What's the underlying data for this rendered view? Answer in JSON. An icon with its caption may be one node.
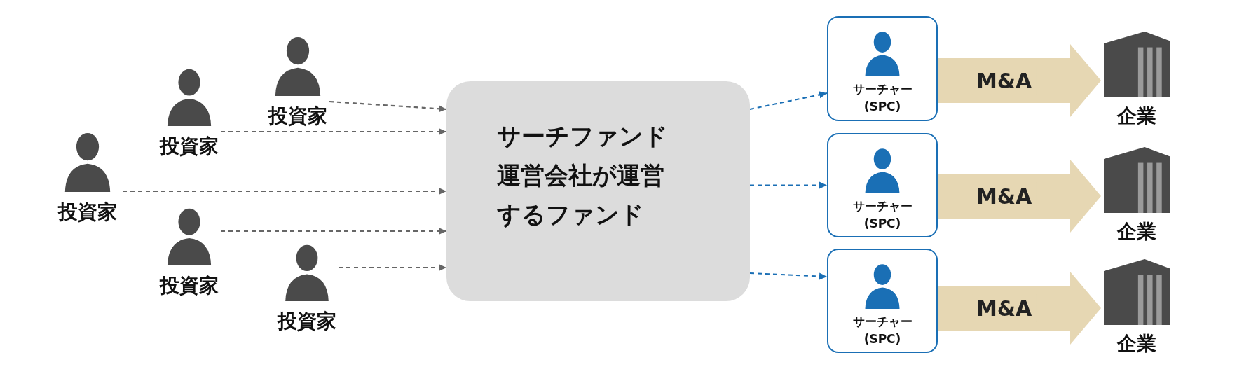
{
  "diagram": {
    "nodes": [
      {
        "text": [
          "投資家"
        ]
      },
      {
        "text": [
          "投資家"
        ]
      },
      {
        "text": [
          "投資家"
        ]
      },
      {
        "text": [
          "投資家"
        ]
      },
      {
        "text": [
          "投資家"
        ]
      },
      {
        "text": [
          "サーチファンド運営会社が運営するファンド"
        ]
      },
      {
        "text": [
          "サーチャー (SPC)"
        ]
      },
      {
        "text": [
          "企業"
        ]
      },
      {
        "text": [
          "サーチャー (SPC)"
        ]
      },
      {
        "text": [
          "企業"
        ]
      },
      {
        "text": [
          "サーチャー (SPC)"
        ]
      },
      {
        "text": [
          "企業"
        ]
      }
    ],
    "edges": [
      {
        "from": 0,
        "to": 5,
        "arrow": "to",
        "style": "dashed"
      },
      {
        "from": 1,
        "to": 5,
        "arrow": "to",
        "style": "dashed"
      },
      {
        "from": 2,
        "to": 5,
        "arrow": "to",
        "style": "dashed"
      },
      {
        "from": 3,
        "to": 5,
        "arrow": "to",
        "style": "dashed"
      },
      {
        "from": 4,
        "to": 5,
        "arrow": "to",
        "style": "dashed"
      },
      {
        "from": 5,
        "to": 6,
        "arrow": "to",
        "style": "dashed",
        "color": "#1a6fb5"
      },
      {
        "from": 5,
        "to": 8,
        "arrow": "to",
        "style": "dashed",
        "color": "#1a6fb5"
      },
      {
        "from": 5,
        "to": 10,
        "arrow": "to",
        "style": "dashed",
        "color": "#1a6fb5"
      },
      {
        "from": 6,
        "to": 7,
        "label": "M&A",
        "arrow": "to",
        "style": "thick",
        "color": "#e6d7b3"
      },
      {
        "from": 8,
        "to": 9,
        "label": "M&A",
        "arrow": "to",
        "style": "thick",
        "color": "#e6d7b3"
      },
      {
        "from": 10,
        "to": 11,
        "label": "M&A",
        "arrow": "to",
        "style": "thick",
        "color": "#e6d7b3"
      }
    ]
  }
}
